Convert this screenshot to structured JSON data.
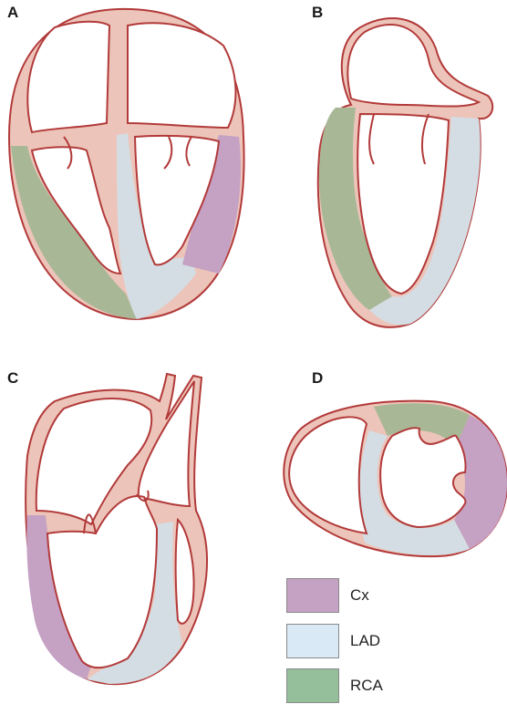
{
  "panels": [
    {
      "letter": "A"
    },
    {
      "letter": "B"
    },
    {
      "letter": "C"
    },
    {
      "letter": "D"
    }
  ],
  "legend": [
    {
      "label": "Cx",
      "color": "#c5a1c4"
    },
    {
      "label": "LAD",
      "color": "#d9e9f5"
    },
    {
      "label": "RCA",
      "color": "#94bf9a"
    }
  ],
  "colors": {
    "myocardium": "#edc4b9",
    "outline": "#b23a3a",
    "cx": "#c5a1c4",
    "lad": "#d4dde3",
    "rca": "#a8b897"
  }
}
